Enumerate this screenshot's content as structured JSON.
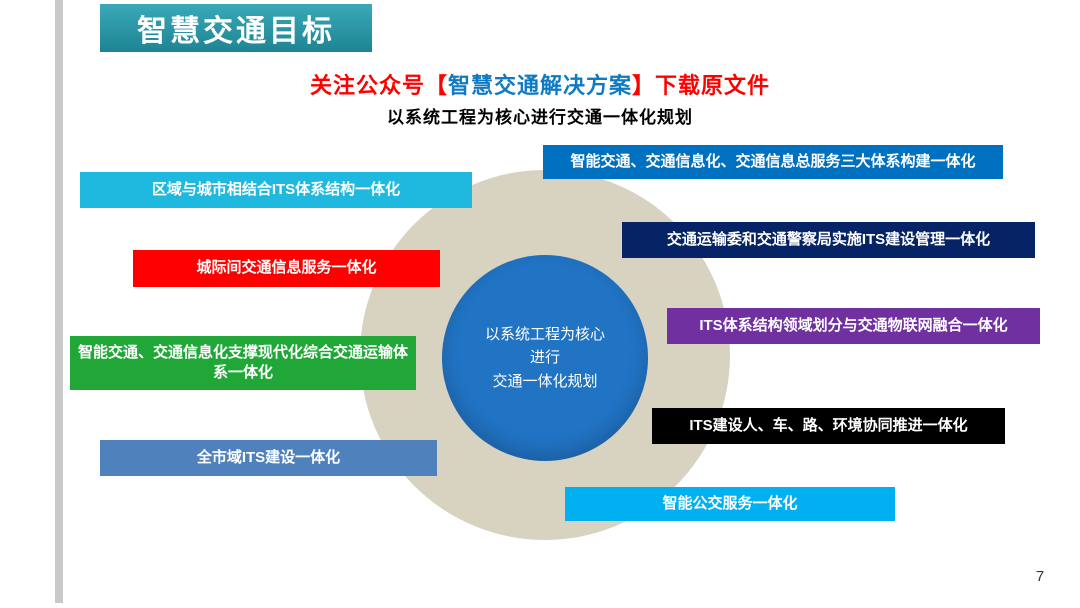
{
  "slide": {
    "title": "智慧交通目标",
    "notice": {
      "prefix": "关注公众号【",
      "highlight": "智慧交通解决方案",
      "suffix": "】下载原文件",
      "base_color": "#ff0000",
      "highlight_color": "#0f7ac4"
    },
    "subtitle": "以系统工程为核心进行交通一体化规划",
    "page_number": "7"
  },
  "diagram": {
    "outer_circle_color": "#d7d3c0",
    "inner_circle_color": "#2173c4",
    "center_lines": [
      "以系统工程为核心",
      "进行",
      "交通一体化规划"
    ],
    "left_items": [
      {
        "label": "区域与城市相结合ITS体系结构一体化",
        "color": "#1fb9e0"
      },
      {
        "label": "城际间交通信息服务一体化",
        "color": "#fe0000"
      },
      {
        "label": "智能交通、交通信息化支撑现代化综合交通运输体系一体化",
        "color": "#21a737"
      },
      {
        "label": "全市域ITS建设一体化",
        "color": "#4f81bd"
      }
    ],
    "right_items": [
      {
        "label": "智能交通、交通信息化、交通信息总服务三大体系构建一体化",
        "color": "#0070c0"
      },
      {
        "label": "交通运输委和交通警察局实施ITS建设管理一体化",
        "color": "#062465"
      },
      {
        "label": "ITS体系结构领域划分与交通物联网融合一体化",
        "color": "#7030a0"
      },
      {
        "label": "ITS建设人、车、路、环境协同推进一体化",
        "color": "#000000"
      },
      {
        "label": "智能公交服务一体化",
        "color": "#00b0f0"
      }
    ]
  }
}
